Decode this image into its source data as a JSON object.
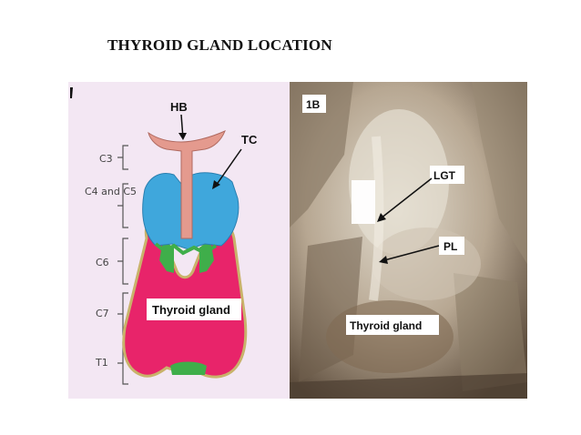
{
  "title": "THYROID GLAND LOCATION",
  "panel_a": {
    "labels": {
      "hb": "HB",
      "tc": "TC",
      "gland": "Thyroid gland"
    },
    "vertebrae": [
      "C3",
      "C4 and C5",
      "C6",
      "C7",
      "T1"
    ],
    "colors": {
      "background": "#f3e7f3",
      "thyroid": "#e8246a",
      "cartilage": "#3fa7dc",
      "hyoid": "#e49a8e",
      "isthmus_band": "#3fae4a",
      "outline": "#c9b36a"
    }
  },
  "panel_b": {
    "tag": "1B",
    "labels": {
      "lgt": "LGT",
      "pl": "PL",
      "gland": "Thyroid gland"
    }
  }
}
